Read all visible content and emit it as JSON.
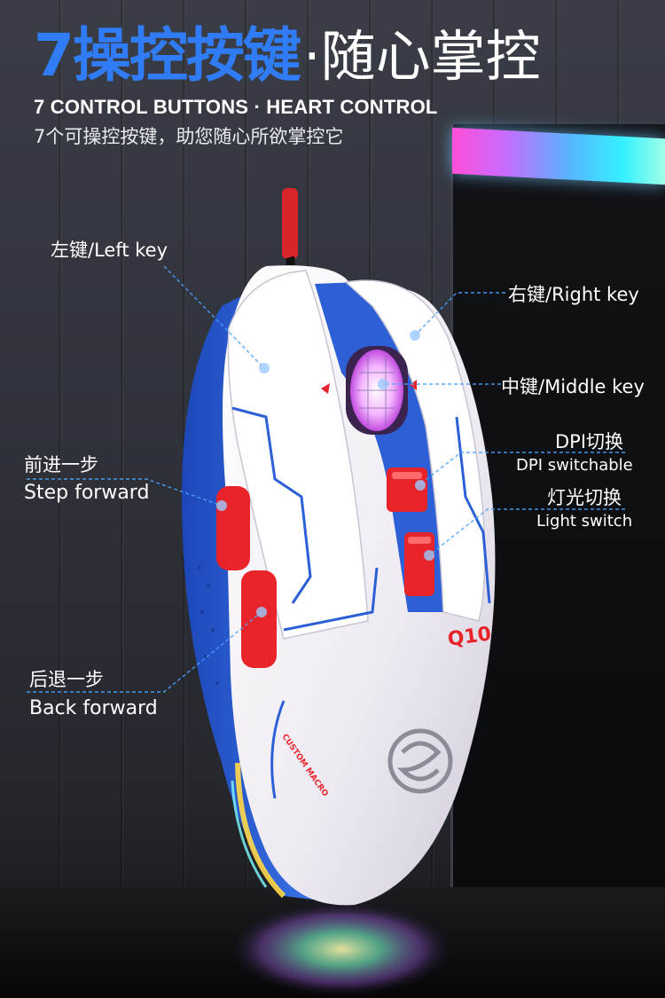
{
  "heading": {
    "title_bold": "7操控按键",
    "title_light": "·随心掌控",
    "subtitle_en": "7 CONTROL BUTTONS · HEART CONTROL",
    "subtitle_cn": "7个可操控按键，助您随心所欲掌控它"
  },
  "callouts": {
    "left_key": "左键/Left key",
    "right_key": "右键/Right key",
    "middle_key": "中键/Middle key",
    "dpi_cn": "DPI切换",
    "dpi_en": "DPI switchable",
    "light_cn": "灯光切换",
    "light_en": "Light switch",
    "forward_cn": "前进一步",
    "forward_en": "Step forward",
    "back_cn": "后退一步",
    "back_en": "Back forward"
  },
  "product": {
    "model": "Q10",
    "macro_text": "CUSTOM MACRO"
  },
  "colors": {
    "accent_blue": "#2f7cf6",
    "mouse_blue": "#2d5fd6",
    "mouse_white": "#f3f1f6",
    "button_red": "#e8242a",
    "callout_line": "#4aa3ff"
  }
}
